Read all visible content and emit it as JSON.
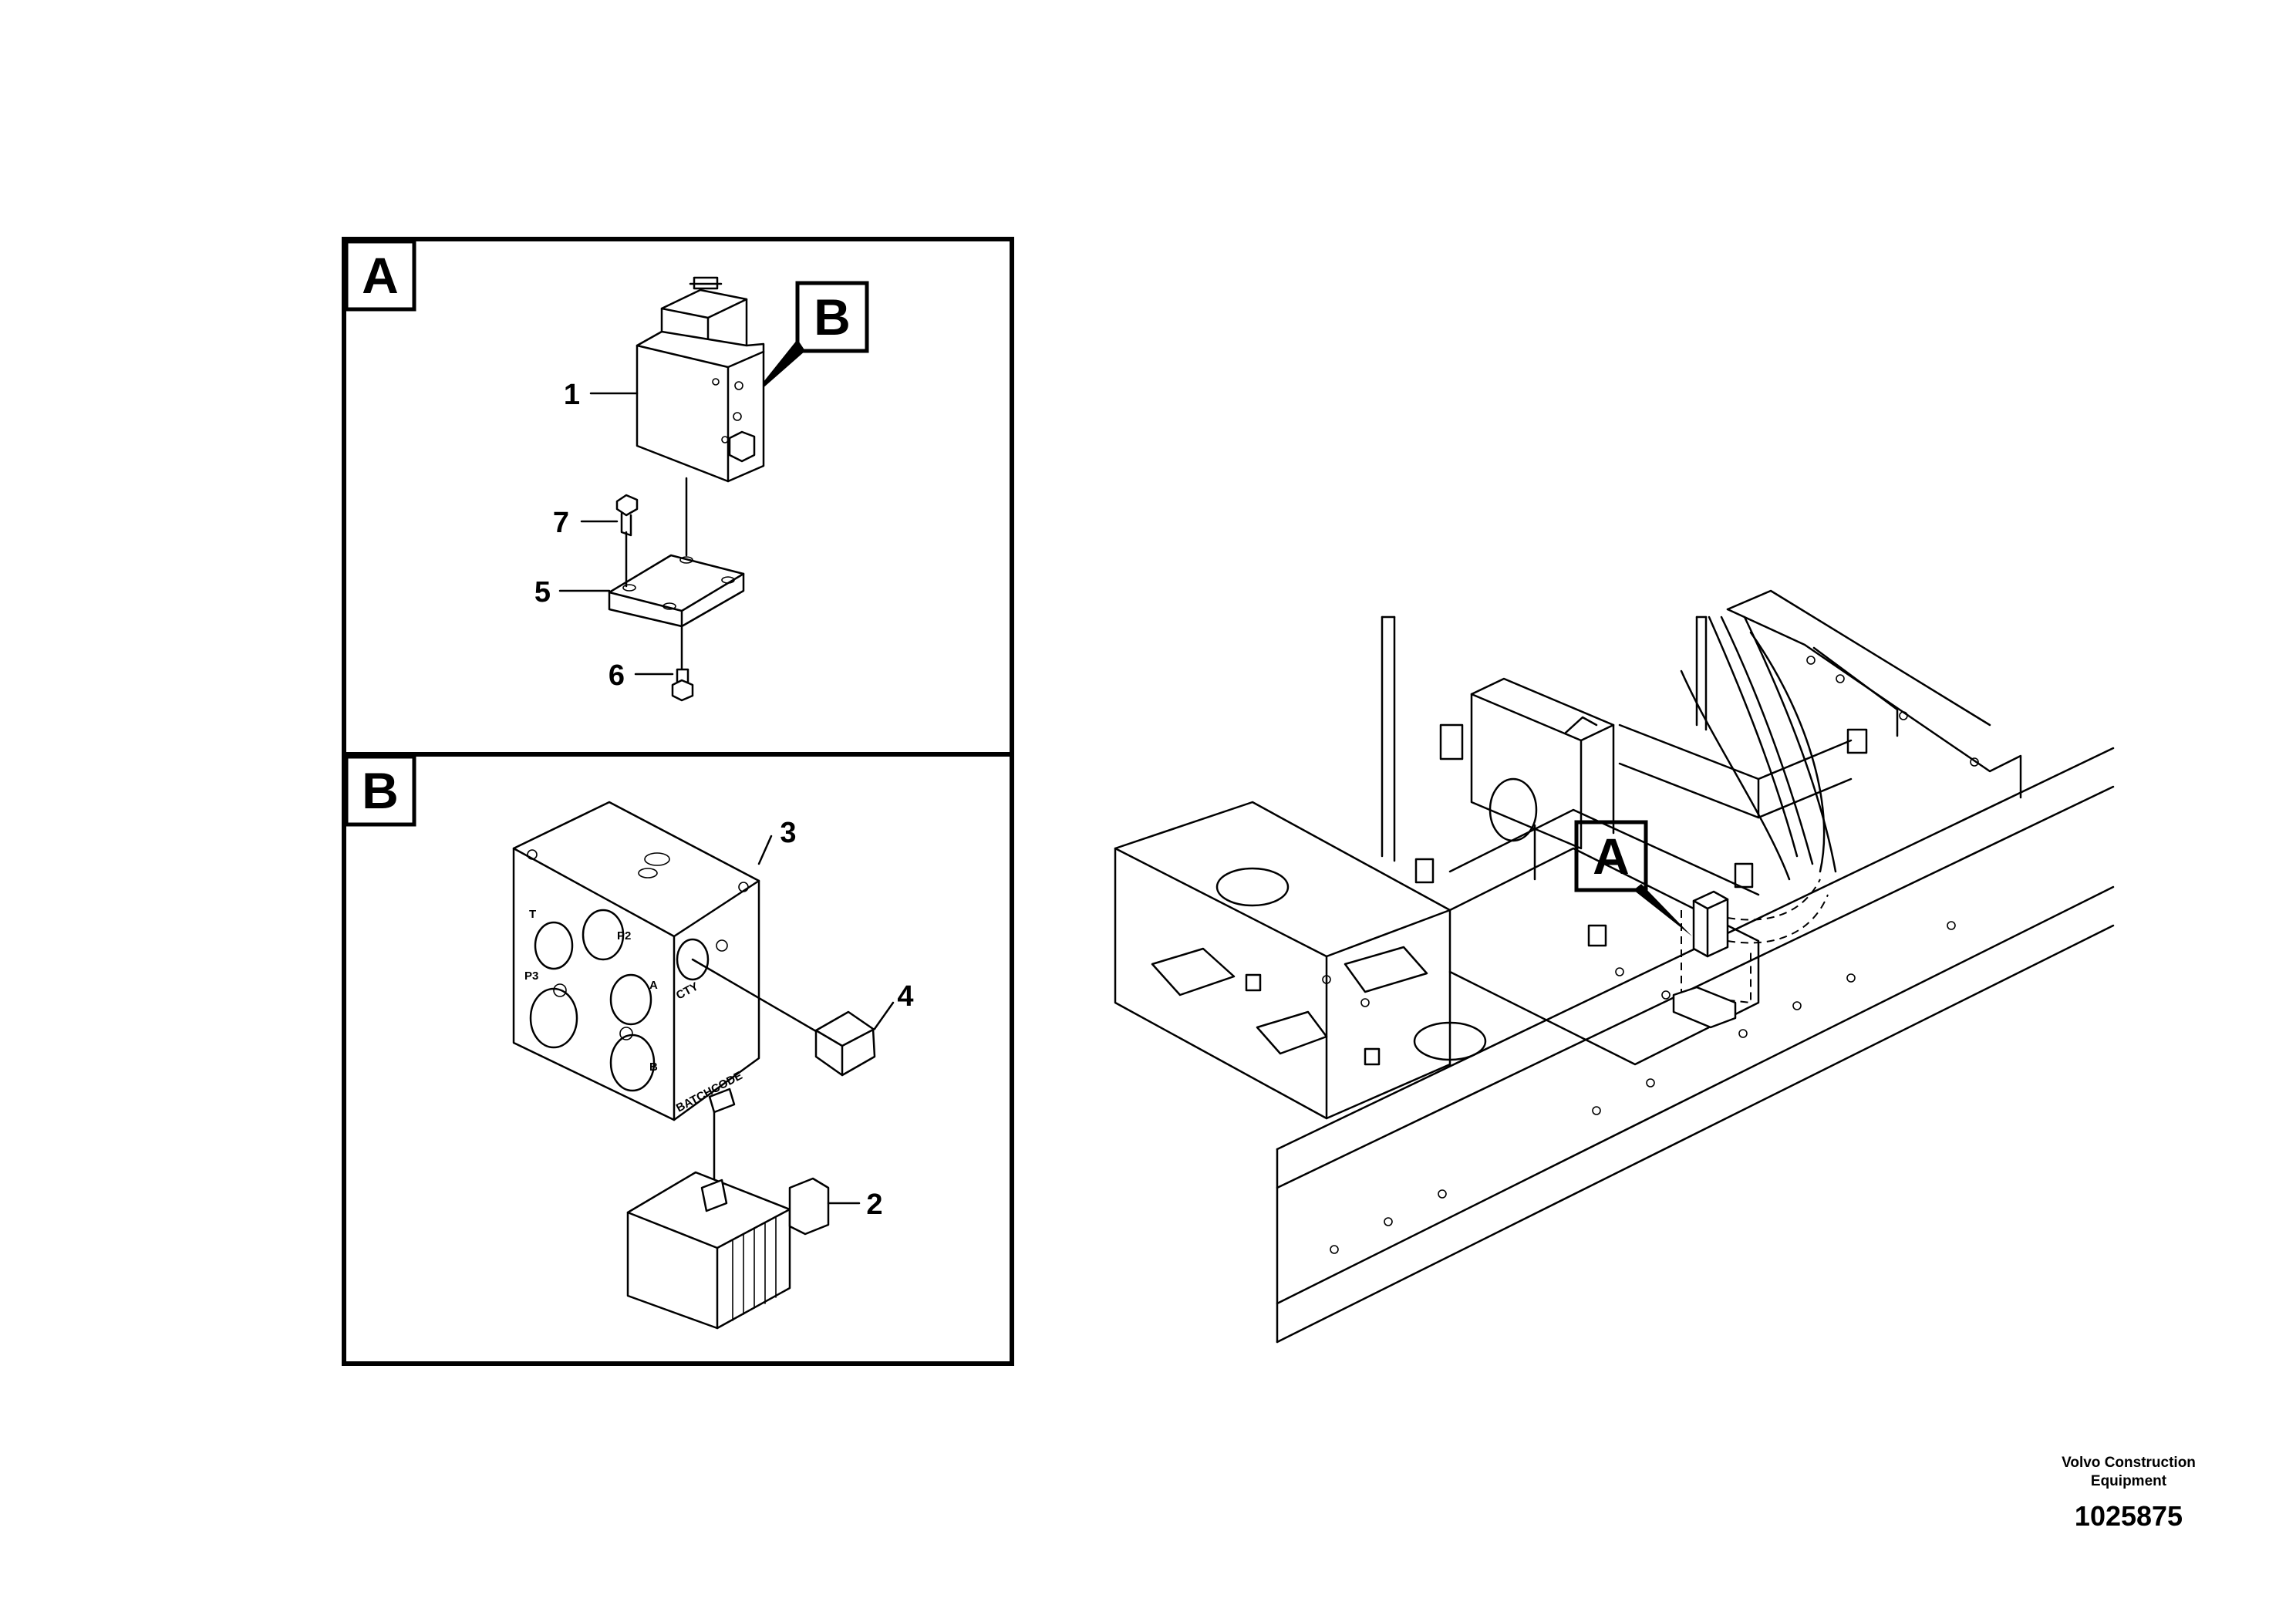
{
  "sections": {
    "a": {
      "letter": "A"
    },
    "b": {
      "letter": "B"
    }
  },
  "detail_reference": "B",
  "overview_reference": "A",
  "callouts": {
    "item1": "1",
    "item2": "2",
    "item3": "3",
    "item4": "4",
    "item5": "5",
    "item6": "6",
    "item7": "7"
  },
  "port_labels": {
    "t": "T",
    "p2": "P2",
    "p3": "P3",
    "a": "A",
    "b": "B",
    "cty": "CTY",
    "batch": "BATCHCODE"
  },
  "footer": {
    "company_line1": "Volvo Construction",
    "company_line2": "Equipment",
    "drawing_number": "1025875"
  },
  "colors": {
    "ink": "#000000",
    "paper": "#ffffff"
  }
}
